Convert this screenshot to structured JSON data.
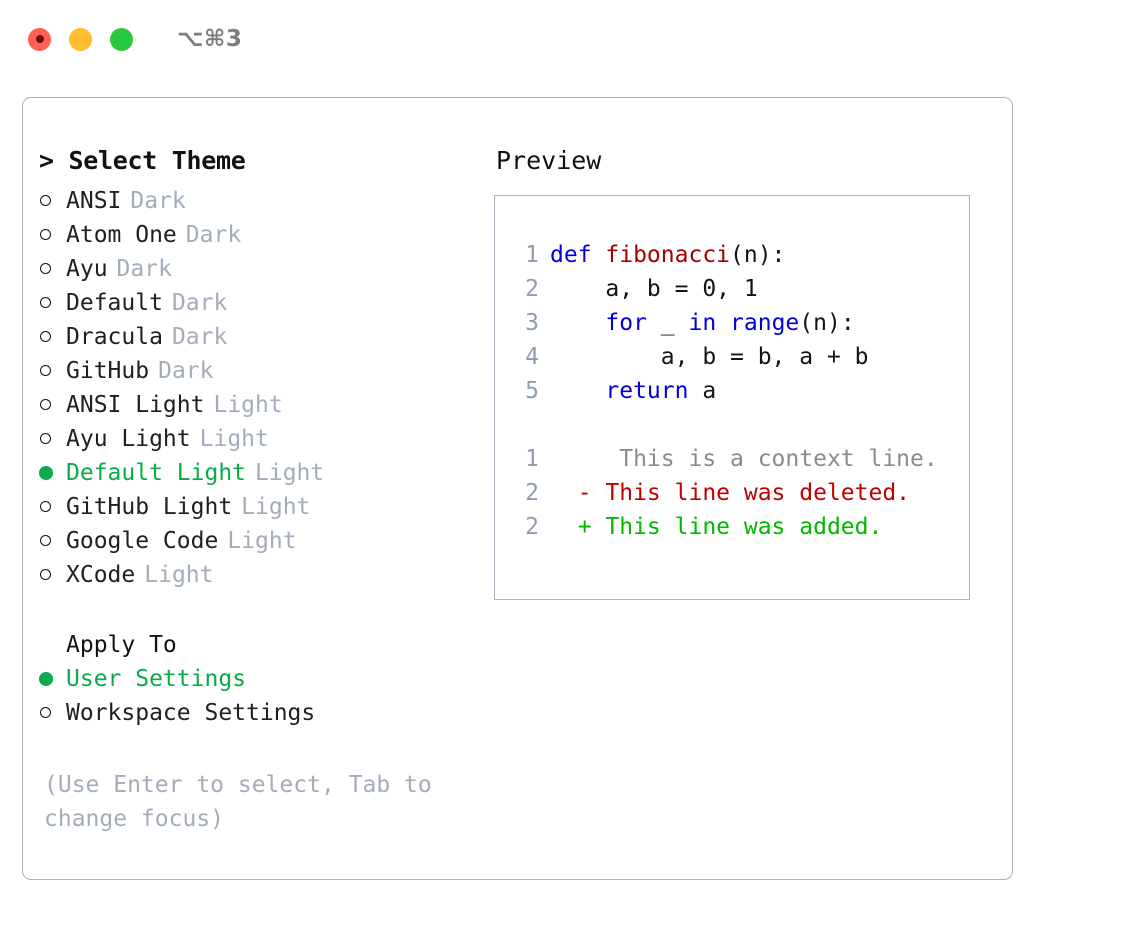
{
  "titlebar": {
    "shortcut": "⌥⌘3",
    "buttons": [
      "close",
      "minimize",
      "maximize"
    ]
  },
  "theme_list": {
    "header": "> Select Theme",
    "items": [
      {
        "label": "ANSI",
        "tag": "Dark",
        "selected": false
      },
      {
        "label": "Atom One",
        "tag": "Dark",
        "selected": false
      },
      {
        "label": "Ayu",
        "tag": "Dark",
        "selected": false
      },
      {
        "label": "Default",
        "tag": "Dark",
        "selected": false
      },
      {
        "label": "Dracula",
        "tag": "Dark",
        "selected": false
      },
      {
        "label": "GitHub",
        "tag": "Dark",
        "selected": false
      },
      {
        "label": "ANSI Light",
        "tag": "Light",
        "selected": false
      },
      {
        "label": "Ayu Light",
        "tag": "Light",
        "selected": false
      },
      {
        "label": "Default Light",
        "tag": "Light",
        "selected": true
      },
      {
        "label": "GitHub Light",
        "tag": "Light",
        "selected": false
      },
      {
        "label": "Google Code",
        "tag": "Light",
        "selected": false
      },
      {
        "label": "XCode",
        "tag": "Light",
        "selected": false
      }
    ]
  },
  "apply_to": {
    "header": "Apply To",
    "items": [
      {
        "label": "User Settings",
        "selected": true
      },
      {
        "label": "Workspace Settings",
        "selected": false
      }
    ]
  },
  "hint": "(Use Enter to select, Tab to change focus)",
  "preview": {
    "title": "Preview",
    "code": [
      {
        "ln": "1",
        "tokens": [
          {
            "t": "def ",
            "c": "kw"
          },
          {
            "t": "fibonacci",
            "c": "fn"
          },
          {
            "t": "(n):",
            "c": "txt"
          }
        ]
      },
      {
        "ln": "2",
        "tokens": [
          {
            "t": "    a, b = 0, 1",
            "c": "txt"
          }
        ]
      },
      {
        "ln": "3",
        "tokens": [
          {
            "t": "    ",
            "c": "txt"
          },
          {
            "t": "for",
            "c": "kw"
          },
          {
            "t": " _ ",
            "c": "txt"
          },
          {
            "t": "in",
            "c": "kw"
          },
          {
            "t": " ",
            "c": "txt"
          },
          {
            "t": "range",
            "c": "kw"
          },
          {
            "t": "(n):",
            "c": "txt"
          }
        ]
      },
      {
        "ln": "4",
        "tokens": [
          {
            "t": "        a, b = b, a + b",
            "c": "txt"
          }
        ]
      },
      {
        "ln": "5",
        "tokens": [
          {
            "t": "    ",
            "c": "txt"
          },
          {
            "t": "return",
            "c": "kw"
          },
          {
            "t": " a",
            "c": "txt"
          }
        ]
      }
    ],
    "diff": [
      {
        "ln": "1",
        "marker": " ",
        "text": "  This is a context line.",
        "kind": "ctx"
      },
      {
        "ln": "2",
        "marker": "-",
        "text": " This line was deleted.",
        "kind": "del"
      },
      {
        "ln": "2",
        "marker": "+",
        "text": " This line was added.",
        "kind": "add"
      }
    ]
  },
  "colors": {
    "accent_green": "#0bab4a",
    "muted": "#a3adba",
    "border": "#a8b2c1",
    "keyword": "#0000dd",
    "function": "#a30000",
    "diff_delete": "#c00000",
    "diff_add": "#00b800",
    "traffic_close": "#ff5f57",
    "traffic_min": "#febc2e",
    "traffic_max": "#28c840"
  }
}
